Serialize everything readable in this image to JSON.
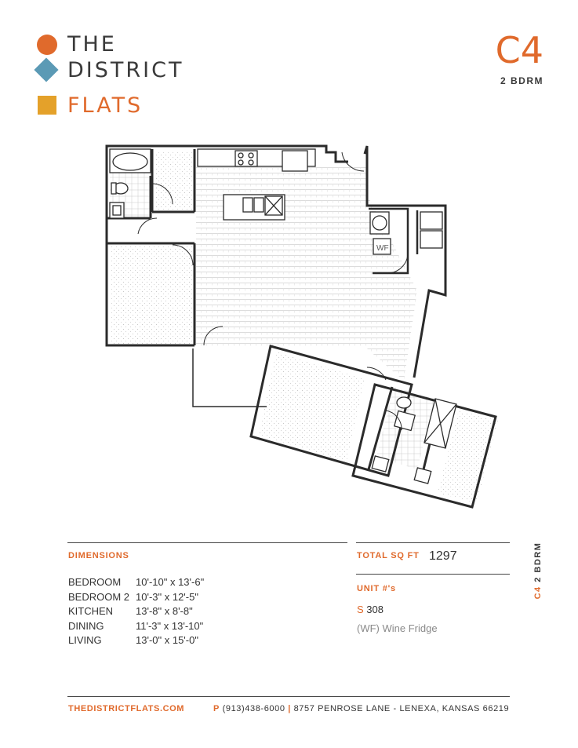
{
  "brand": {
    "line1": "THE",
    "line2": "DISTRICT",
    "line3": "FLATS",
    "colors": {
      "orange": "#e06a2c",
      "blue": "#5b9ab5",
      "gold": "#e4a12a"
    },
    "marks": [
      "circle-mark-icon",
      "diamond-mark-icon",
      "square-mark-icon"
    ]
  },
  "unit": {
    "code": "C4",
    "type": "2 BDRM"
  },
  "floorplan": {
    "wine_fridge_tag": "WF"
  },
  "dimensions": {
    "heading": "DIMENSIONS",
    "rows": [
      {
        "room": "BEDROOM",
        "size": "10'-10\" x 13'-6\""
      },
      {
        "room": "BEDROOM 2",
        "size": "10'-3\" x 12'-5\""
      },
      {
        "room": "KITCHEN",
        "size": "13'-8\" x 8'-8\""
      },
      {
        "room": "DINING",
        "size": "11'-3\" x 13'-10\""
      },
      {
        "room": "LIVING",
        "size": "13'-0\" x 15'-0\""
      }
    ]
  },
  "summary": {
    "total_label": "TOTAL SQ FT",
    "total_value": "1297",
    "units_label": "UNIT #'s",
    "unit_prefix": "S",
    "unit_number": "308",
    "note": "(WF) Wine Fridge"
  },
  "side_label": {
    "code": "C4",
    "type": "2 BDRM"
  },
  "footer": {
    "website": "THEDISTRICTFLATS.COM",
    "phone_prefix": "P",
    "phone": "(913)438-6000",
    "separator": "|",
    "address": "8757 PENROSE LANE - LENEXA, KANSAS 66219"
  }
}
